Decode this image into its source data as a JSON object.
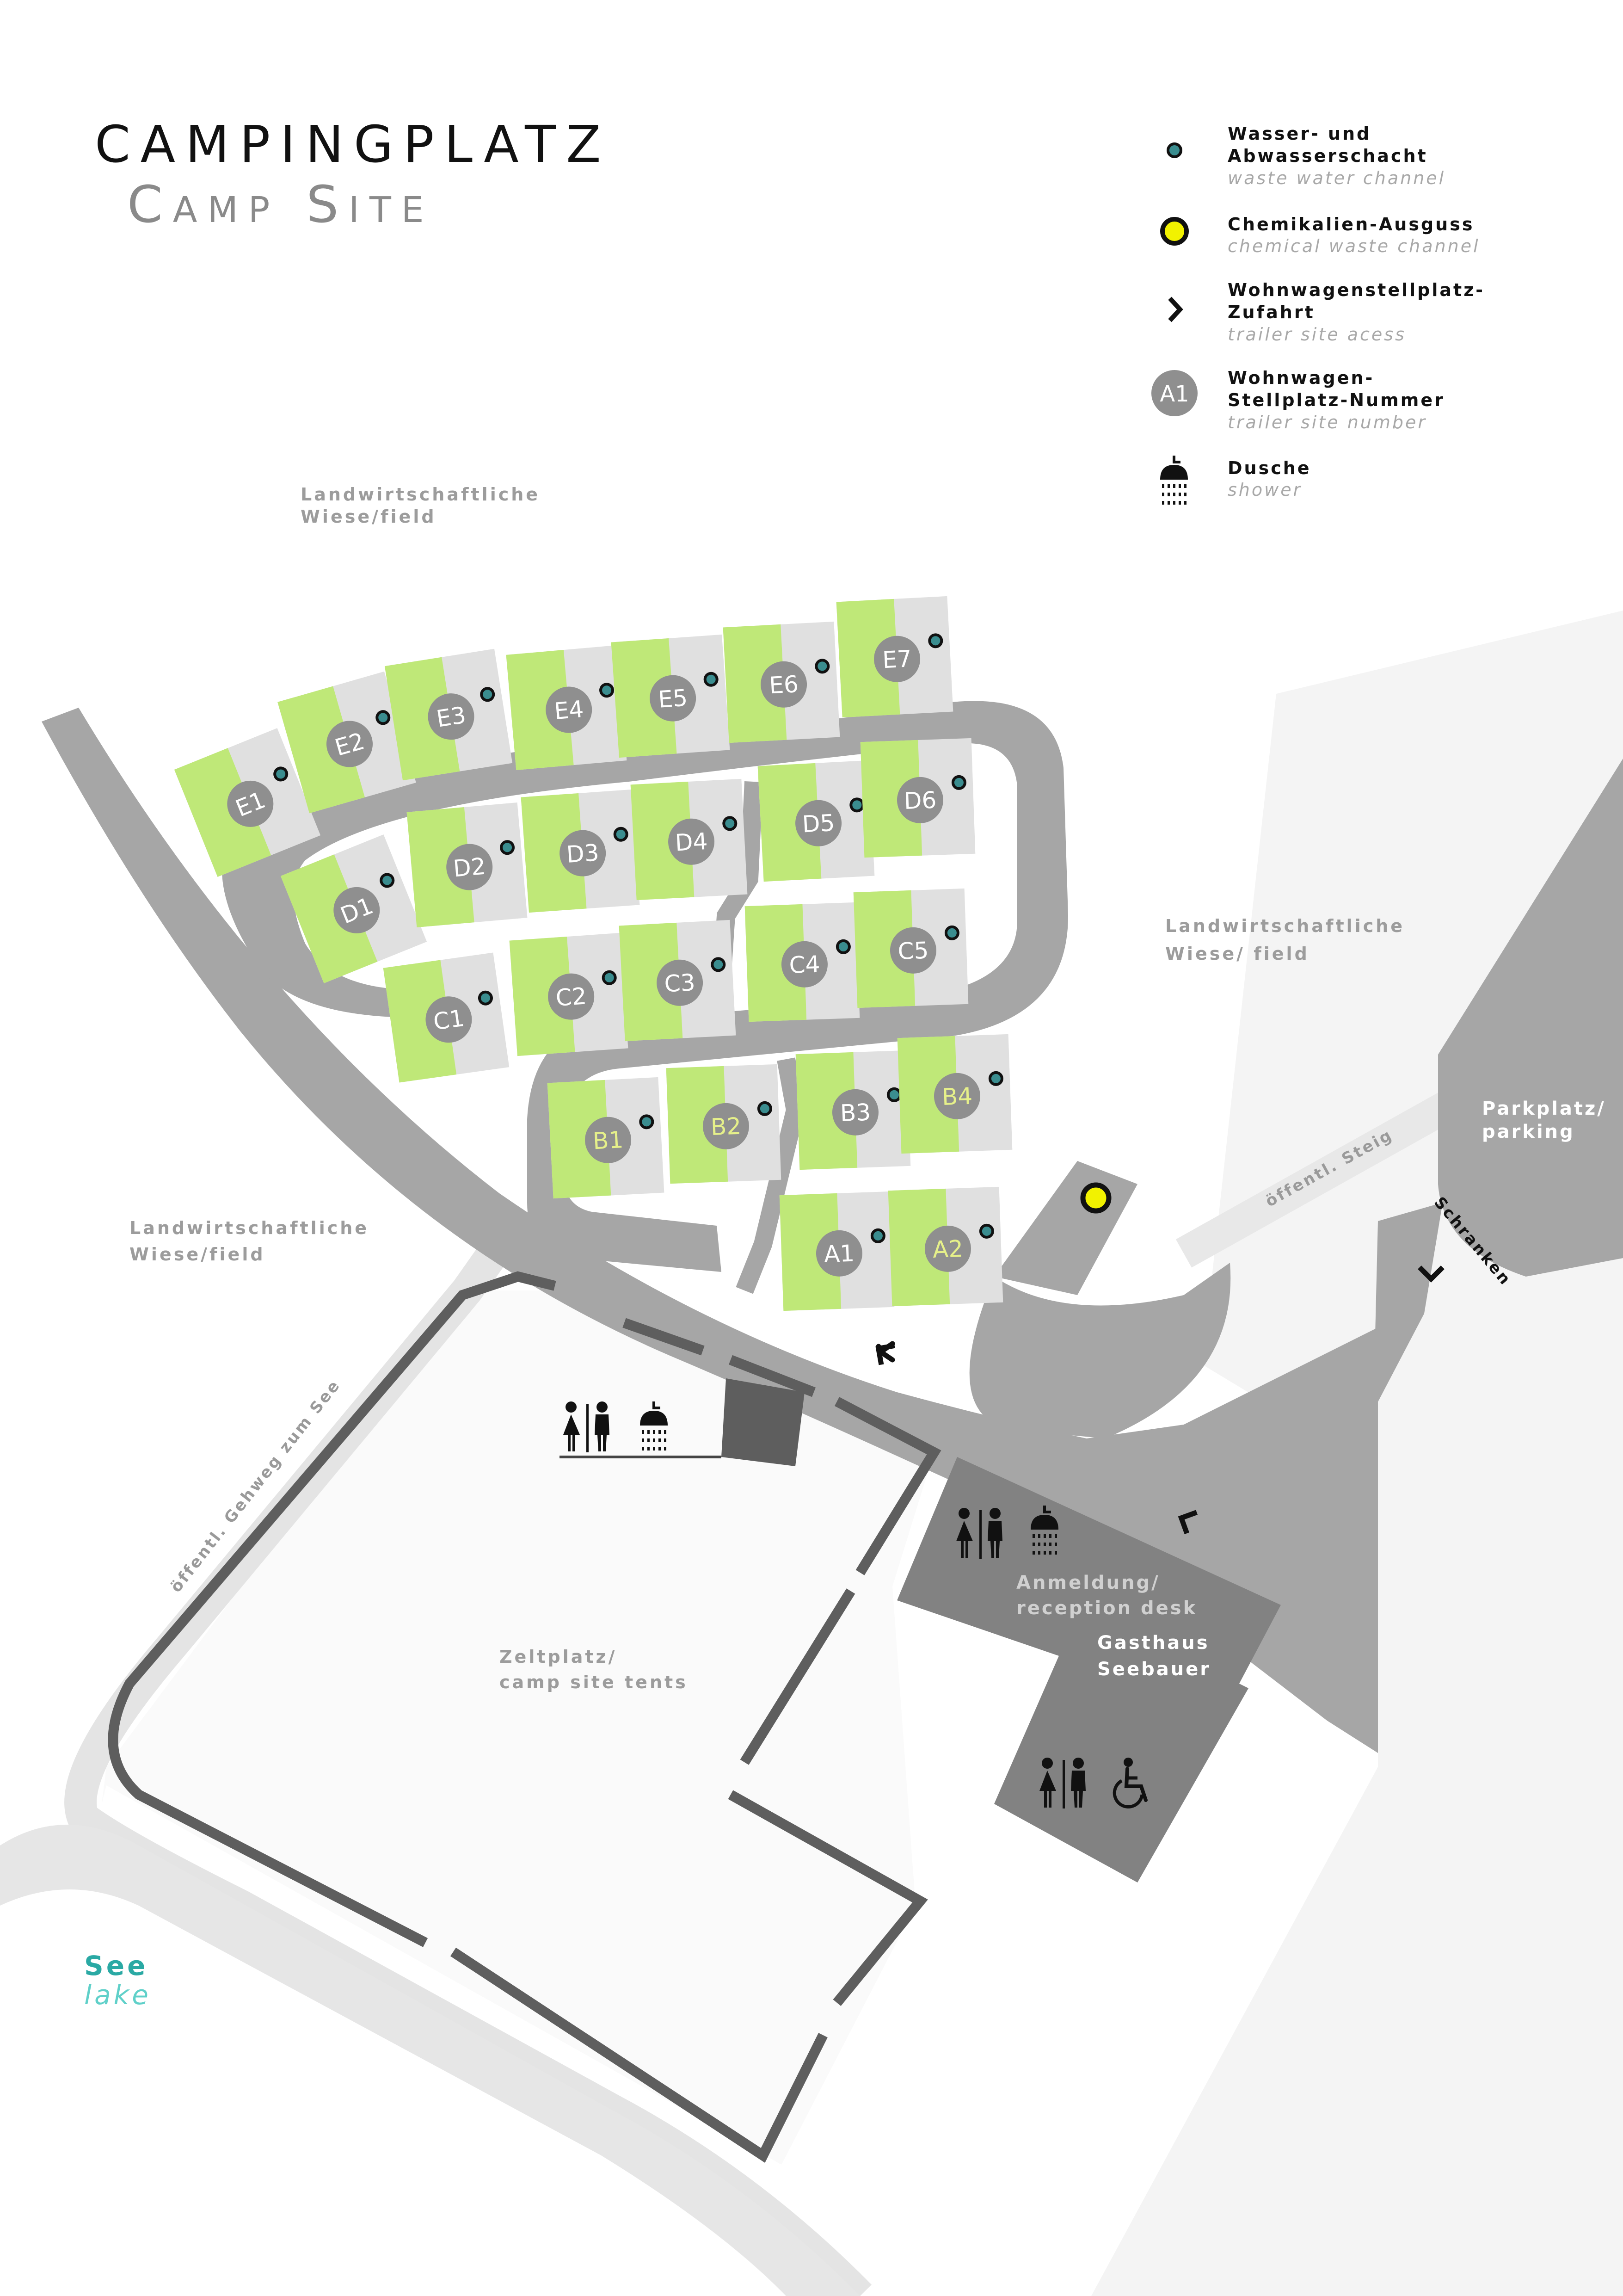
{
  "title": {
    "main": "Campingplatz",
    "sub": "Camp Site"
  },
  "legend": [
    {
      "icon": "water-manhole-icon",
      "de": "Wasser- und Abwasserschacht",
      "de_lines": [
        "Wasser- und",
        "Abwasserschacht"
      ],
      "en": "waste water channel"
    },
    {
      "icon": "chemical-disposal-icon",
      "de": "Chemikalien-Ausguss",
      "de_lines": [
        "Chemikalien-Ausguss"
      ],
      "en": "chemical waste channel"
    },
    {
      "icon": "chevron-right-icon",
      "de": "Wohnwagenstellplatz-Zufahrt",
      "de_lines": [
        "Wohnwagenstellplatz-",
        "Zufahrt"
      ],
      "en": "trailer site acess"
    },
    {
      "icon": "pitch-number-icon",
      "icon_text": "A1",
      "de": "Wohnwagen-Stellplatz-Nummer",
      "de_lines": [
        "Wohnwagen-",
        "Stellplatz-Nummer"
      ],
      "en": "trailer site number"
    },
    {
      "icon": "shower-icon",
      "de": "Dusche",
      "de_lines": [
        "Dusche"
      ],
      "en": "shower"
    }
  ],
  "areas": {
    "field_top": [
      "Landwirtschaftliche",
      "Wiese/field"
    ],
    "field_right": [
      "Landwirtschaftliche",
      "Wiese/ field"
    ],
    "field_left": [
      "Landwirtschaftliche",
      "Wiese/field"
    ],
    "tents": [
      "Zeltplatz/",
      "camp site tents"
    ],
    "parking": [
      "Parkplatz/",
      "parking"
    ],
    "reception": [
      "Anmeldung/",
      "reception desk"
    ],
    "inn": [
      "Gasthaus",
      "Seebauer"
    ],
    "lake": [
      "See",
      "lake"
    ]
  },
  "paths": {
    "footpath_lake": "öffentl. Gehweg zum See",
    "public_path": "öffentl. Steig",
    "barrier": "Schranken"
  },
  "pitches": {
    "E": [
      "E1",
      "E2",
      "E3",
      "E4",
      "E5",
      "E6",
      "E7"
    ],
    "D": [
      "D1",
      "D2",
      "D3",
      "D4",
      "D5",
      "D6"
    ],
    "C": [
      "C1",
      "C2",
      "C3",
      "C4",
      "C5"
    ],
    "B": [
      "B1",
      "B2",
      "B3",
      "B4"
    ],
    "A": [
      "A1",
      "A2"
    ]
  },
  "colors": {
    "green": "#bfe878",
    "pitch_grey": "#e0e0e0",
    "road": "#a6a6a6",
    "building": "#828282",
    "dark_building": "#5e5e5e",
    "water_dot": "#3a8d8f",
    "chemical": "#f2f200",
    "lake": "#2aa9a4"
  }
}
